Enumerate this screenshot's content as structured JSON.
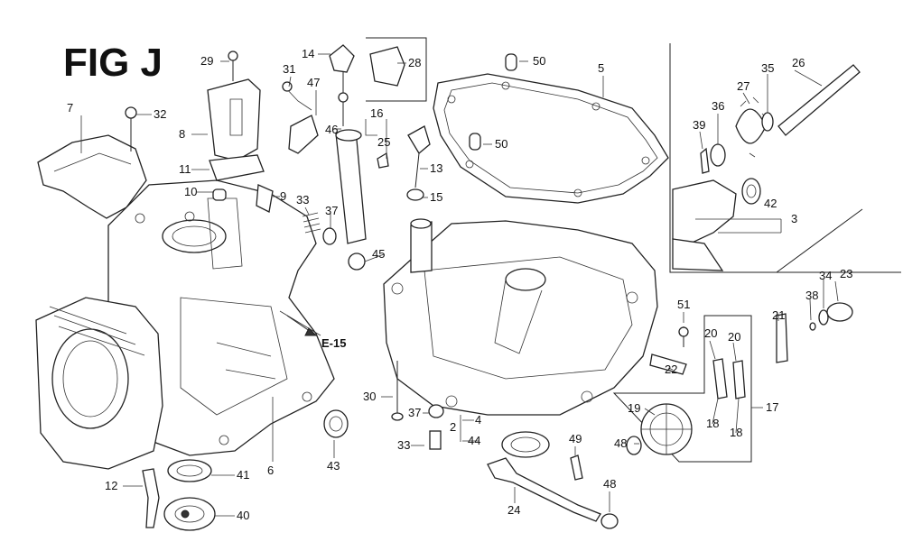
{
  "figure_title": "FIG J",
  "reference_label": "E-15",
  "callouts": [
    "29",
    "31",
    "14",
    "28",
    "50",
    "5",
    "7",
    "32",
    "47",
    "46",
    "16",
    "25",
    "8",
    "11",
    "10",
    "9",
    "33",
    "37",
    "13",
    "15",
    "50",
    "45",
    "26",
    "35",
    "27",
    "36",
    "39",
    "42",
    "3",
    "34",
    "23",
    "38",
    "21",
    "51",
    "20",
    "20",
    "22",
    "19",
    "18",
    "18",
    "17",
    "30",
    "37",
    "4",
    "2",
    "33",
    "44",
    "43",
    "6",
    "41",
    "12",
    "40",
    "49",
    "48",
    "48",
    "24"
  ]
}
